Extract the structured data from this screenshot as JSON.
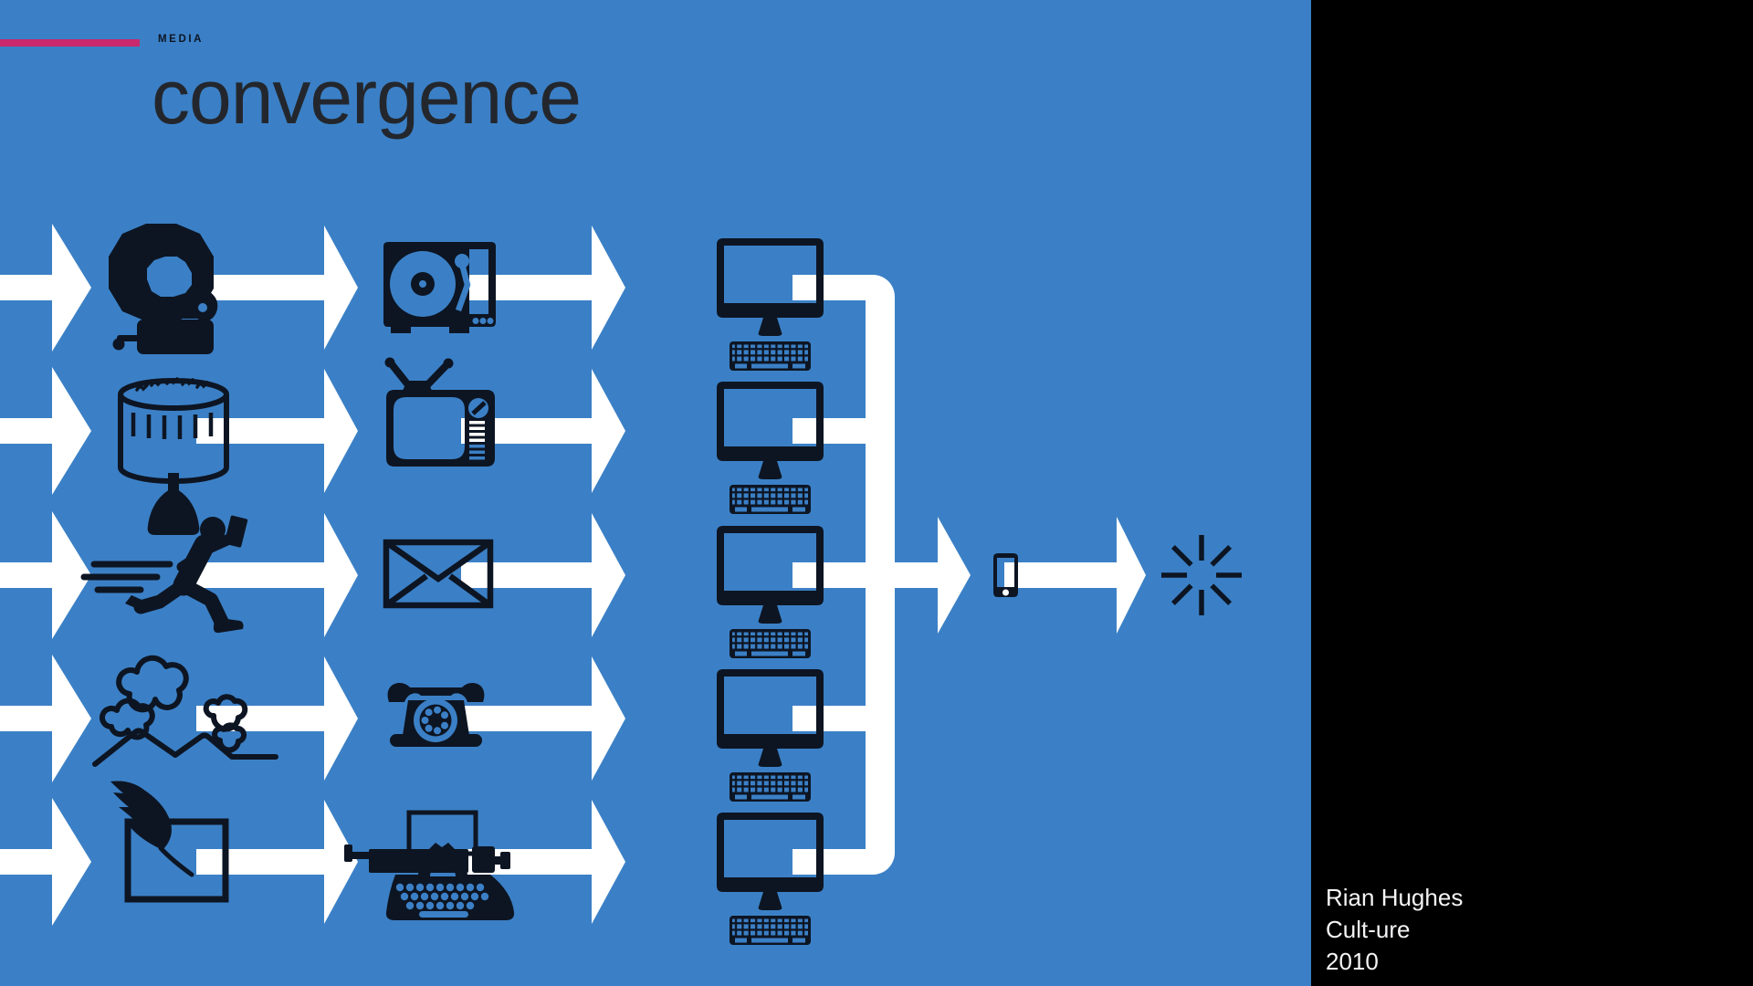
{
  "slide": {
    "kicker": "MEDIA",
    "title": "convergence",
    "credit": {
      "author": "Rian Hughes",
      "work": "Cult-ure",
      "year": "2010"
    }
  },
  "colors": {
    "background_blue": "#3b80c6",
    "panel_black": "#000000",
    "icon_ink": "#0d1523",
    "title_ink": "#23272d",
    "accent_magenta": "#c9296d",
    "arrow_white": "#ffffff",
    "credit_text": "#f4f4f6"
  },
  "diagram": {
    "description": "Five streams of old media converge through computers into the smartphone and an unknown future",
    "rows": [
      {
        "old_medium": "gramophone",
        "new_medium": "turntable",
        "target": "desktop-computer"
      },
      {
        "old_medium": "zoetrope",
        "new_medium": "television",
        "target": "desktop-computer"
      },
      {
        "old_medium": "messenger-runner",
        "new_medium": "envelope-mail",
        "target": "desktop-computer"
      },
      {
        "old_medium": "smoke-signals",
        "new_medium": "rotary-telephone",
        "target": "desktop-computer"
      },
      {
        "old_medium": "quill-pen",
        "new_medium": "typewriter",
        "target": "desktop-computer"
      }
    ],
    "convergence_device": "smartphone",
    "future_symbol": "starburst"
  }
}
